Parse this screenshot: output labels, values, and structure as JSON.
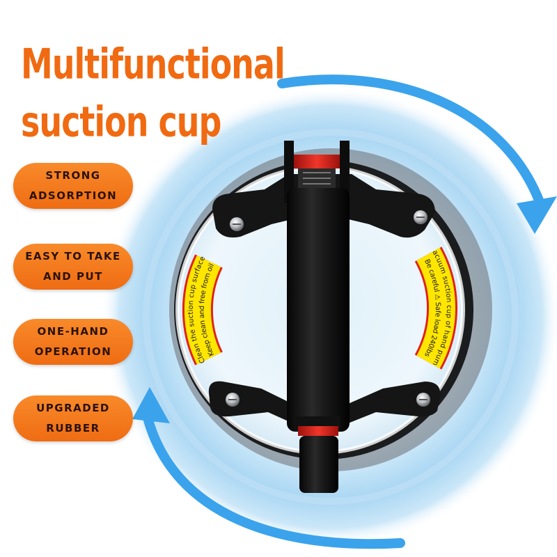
{
  "title": {
    "line1": "Multifunctional",
    "line2": "suction cup"
  },
  "features": [
    {
      "line1": "STRONG",
      "line2": "ADSORPTION"
    },
    {
      "line1": "EASY TO TAKE",
      "line2": "AND PUT"
    },
    {
      "line1": "ONE-HAND",
      "line2": "OPERATION"
    },
    {
      "line1": "UPGRADED",
      "line2": "RUBBER"
    }
  ],
  "labels": {
    "left_line1": "Clean the suction cup surface",
    "left_line2": "Keep clean and free from oil",
    "right_line1": "Vacuum suction cup of hand pump",
    "right_line2": "Be careful ⚠ Safe load 240lbs"
  },
  "colors": {
    "accent_orange": "#f06a12",
    "arrow_blue": "#3aa3ec",
    "glow_blue": "#bfe3f7",
    "label_yellow": "#ffe600",
    "label_red": "#e0221c",
    "red_cap": "#e82a20"
  },
  "icons": [
    "circular-arrow-icon",
    "warning-icon",
    "screw-icon"
  ]
}
